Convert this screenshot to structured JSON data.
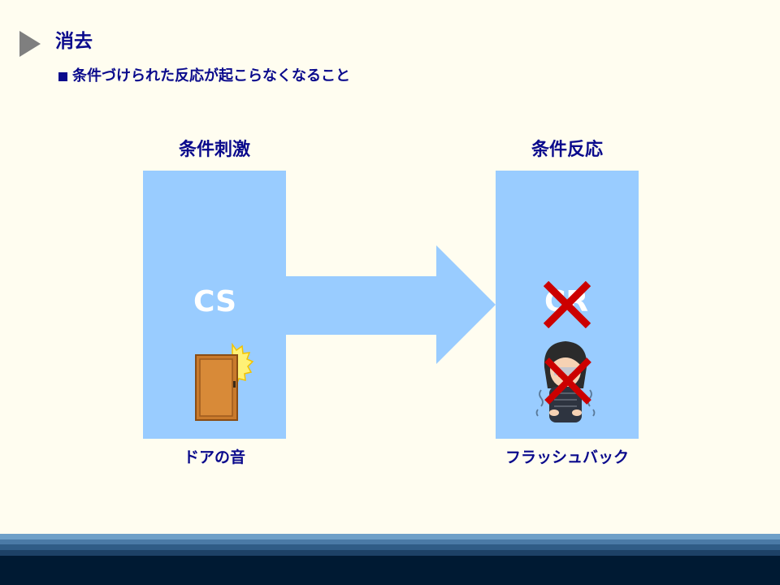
{
  "header": {
    "title": "消去",
    "bullet_text": "条件づけられた反応が起こらなくなること"
  },
  "diagram": {
    "stimulus": {
      "heading": "条件刺激",
      "label": "CS",
      "caption": "ドアの音"
    },
    "response": {
      "heading": "条件反応",
      "label": "CR",
      "caption": "フラッシュバック"
    }
  },
  "icons": {
    "header_marker": "play-triangle-icon",
    "stimulus_image": "door-with-sound-flash-icon",
    "response_image": "frightened-person-icon",
    "cross_out": "red-x-icon",
    "connector": "right-arrow-icon"
  },
  "colors": {
    "text_primary": "#0a0a8c",
    "box_fill": "#99ccff",
    "cross_red": "#cc0000",
    "background": "#fffdf0",
    "footer_dark": "#001a33"
  }
}
